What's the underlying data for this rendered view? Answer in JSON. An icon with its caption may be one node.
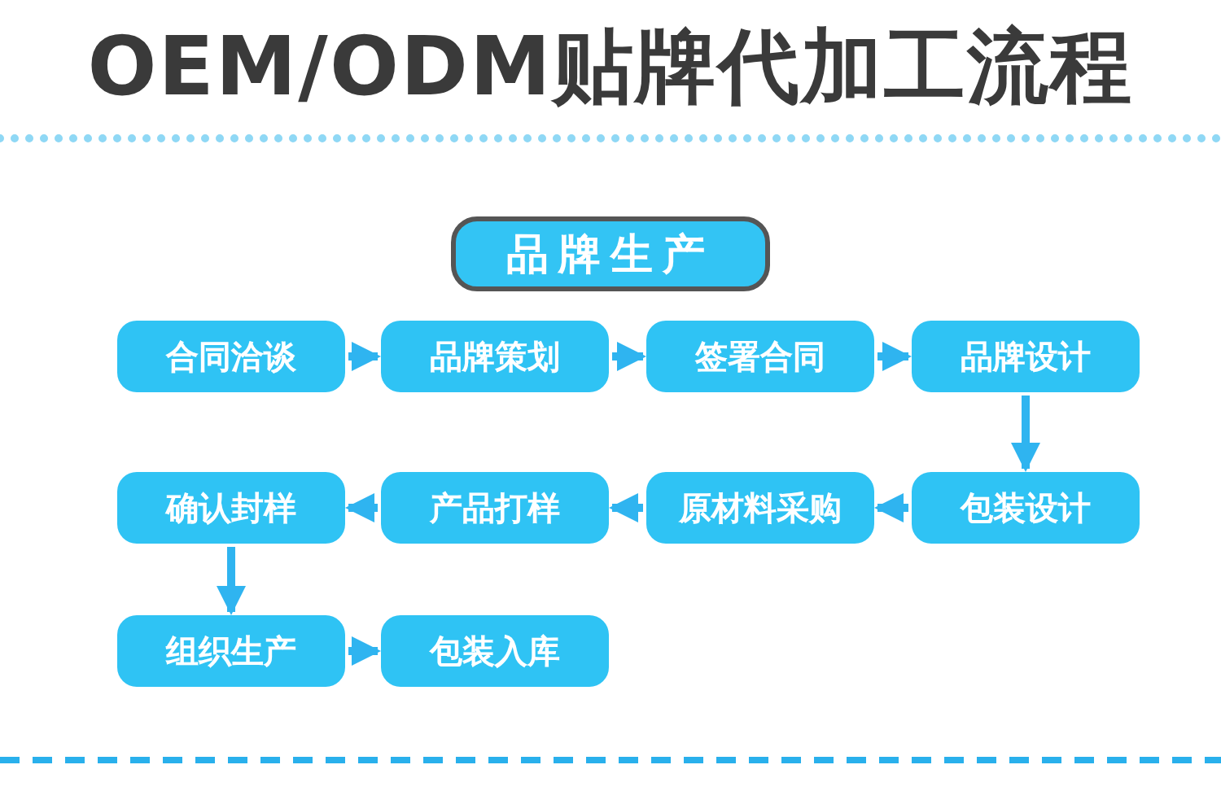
{
  "diagram": {
    "title": "OEM/ODM贴牌代加工流程",
    "nodes": [
      {
        "text": [
          "品牌生产"
        ]
      },
      {
        "text": [
          "合同洽谈"
        ]
      },
      {
        "text": [
          "品牌策划"
        ]
      },
      {
        "text": [
          "签署合同"
        ]
      },
      {
        "text": [
          "品牌设计"
        ]
      },
      {
        "text": [
          "确认封样"
        ]
      },
      {
        "text": [
          "产品打样"
        ]
      },
      {
        "text": [
          "原材料采购"
        ]
      },
      {
        "text": [
          "包装设计"
        ]
      },
      {
        "text": [
          "组织生产"
        ]
      },
      {
        "text": [
          "包装入库"
        ]
      }
    ],
    "edges": [
      {
        "from": 1,
        "to": 2,
        "arrow": "to"
      },
      {
        "from": 2,
        "to": 3,
        "arrow": "to"
      },
      {
        "from": 3,
        "to": 4,
        "arrow": "to"
      },
      {
        "from": 4,
        "to": 8,
        "arrow": "to"
      },
      {
        "from": 8,
        "to": 7,
        "arrow": "to"
      },
      {
        "from": 7,
        "to": 6,
        "arrow": "to"
      },
      {
        "from": 6,
        "to": 5,
        "arrow": "to"
      },
      {
        "from": 5,
        "to": 9,
        "arrow": "to"
      },
      {
        "from": 9,
        "to": 10,
        "arrow": "to"
      }
    ]
  }
}
